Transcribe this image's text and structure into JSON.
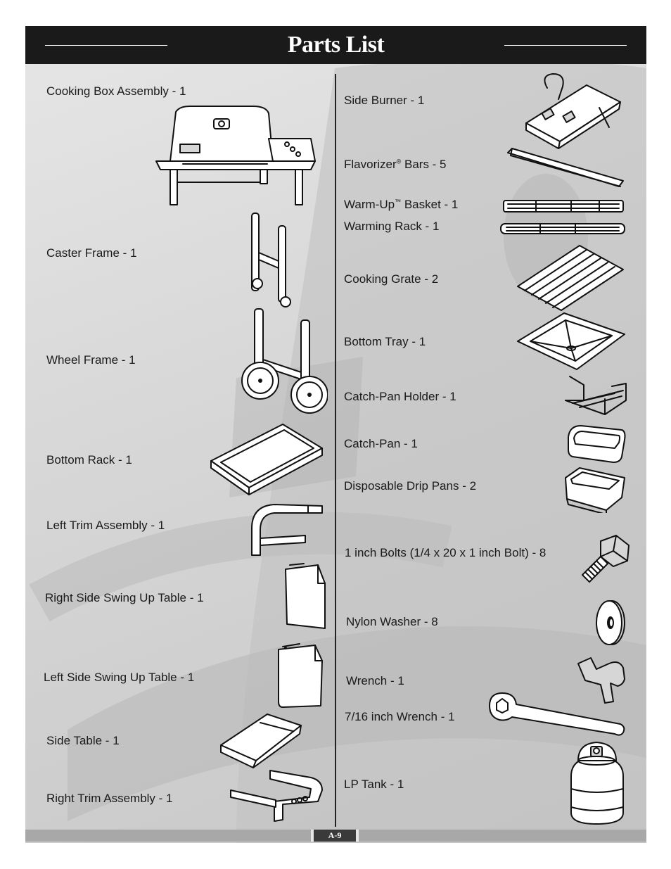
{
  "title": "Parts List",
  "page_number": "A-9",
  "left_parts": [
    {
      "label": "Cooking Box Assembly - 1",
      "icon": "cooking-box-assembly-icon"
    },
    {
      "label": "Caster Frame - 1",
      "icon": "caster-frame-icon"
    },
    {
      "label": "Wheel Frame - 1",
      "icon": "wheel-frame-icon"
    },
    {
      "label": "Bottom Rack - 1",
      "icon": "bottom-rack-icon"
    },
    {
      "label": "Left Trim Assembly - 1",
      "icon": "left-trim-assembly-icon"
    },
    {
      "label": "Right Side Swing Up Table - 1",
      "icon": "right-swing-table-icon"
    },
    {
      "label": "Left Side Swing Up Table - 1",
      "icon": "left-swing-table-icon"
    },
    {
      "label": "Side Table - 1",
      "icon": "side-table-icon"
    },
    {
      "label": "Right Trim Assembly - 1",
      "icon": "right-trim-assembly-icon"
    }
  ],
  "right_parts": [
    {
      "label": "Side Burner - 1",
      "icon": "side-burner-icon"
    },
    {
      "label_prefix": "Flavorizer",
      "mark": "®",
      "label_suffix": " Bars - 5",
      "icon": "flavorizer-bars-icon"
    },
    {
      "label_prefix": "Warm-Up",
      "mark": "™",
      "label_suffix": " Basket - 1",
      "icon": "warm-up-basket-icon"
    },
    {
      "label": "Warming Rack - 1",
      "icon": "warming-rack-icon"
    },
    {
      "label": "Cooking Grate - 2",
      "icon": "cooking-grate-icon"
    },
    {
      "label": "Bottom Tray - 1",
      "icon": "bottom-tray-icon"
    },
    {
      "label": "Catch-Pan Holder - 1",
      "icon": "catch-pan-holder-icon"
    },
    {
      "label": "Catch-Pan - 1",
      "icon": "catch-pan-icon"
    },
    {
      "label": "Disposable Drip Pans - 2",
      "icon": "drip-pans-icon"
    },
    {
      "label": "1 inch Bolts (1/4 x 20 x 1 inch Bolt) - 8",
      "icon": "bolt-icon"
    },
    {
      "label": "Nylon Washer - 8",
      "icon": "washer-icon"
    },
    {
      "label": "Wrench - 1",
      "icon": "wrench-icon"
    },
    {
      "label": "7/16 inch Wrench - 1",
      "icon": "open-wrench-icon"
    },
    {
      "label": "LP Tank - 1",
      "icon": "lp-tank-icon"
    }
  ]
}
